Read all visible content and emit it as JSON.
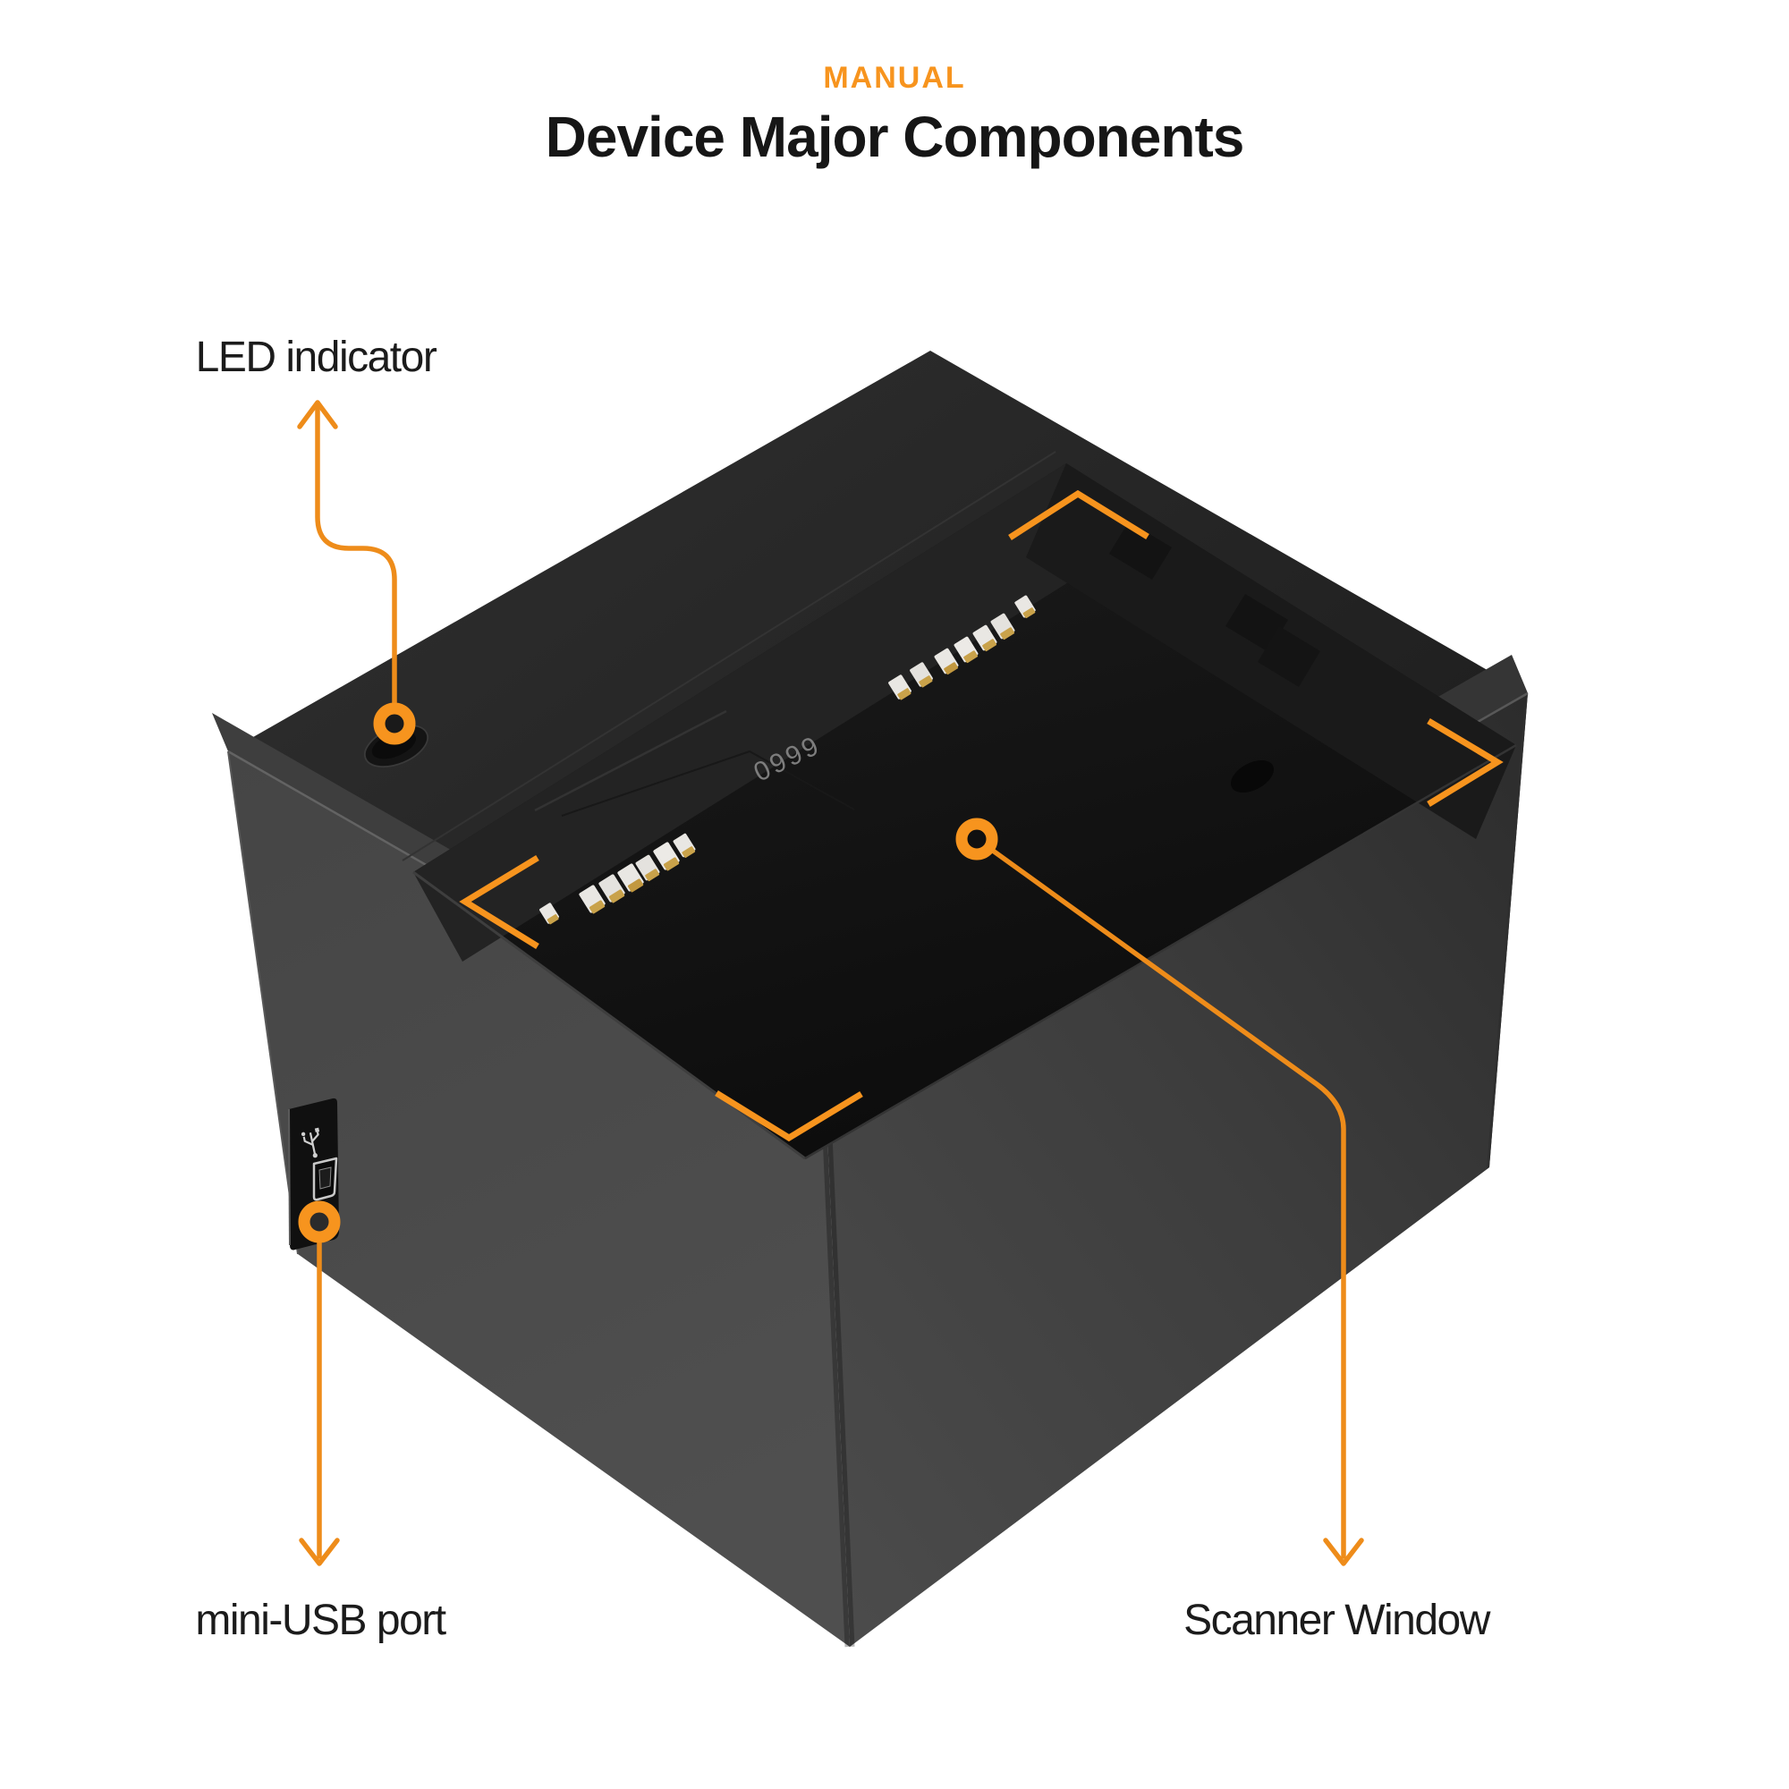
{
  "header": {
    "eyebrow": "MANUAL",
    "title": "Device Major Components"
  },
  "callouts": {
    "led": {
      "label": "LED indicator"
    },
    "usb": {
      "label": "mini-USB port"
    },
    "scanner": {
      "label": "Scanner Window"
    }
  },
  "device": {
    "marking": "0999"
  },
  "icons": {
    "marker": "donut-dot",
    "arrow": "chevron-arrow",
    "bracket": "corner-bracket"
  },
  "colors": {
    "accent": "#F7941E",
    "callout_line": "#EE8C1A",
    "heading_text": "#161616",
    "label_text": "#1B1B1B",
    "background": "#FFFFFF"
  }
}
